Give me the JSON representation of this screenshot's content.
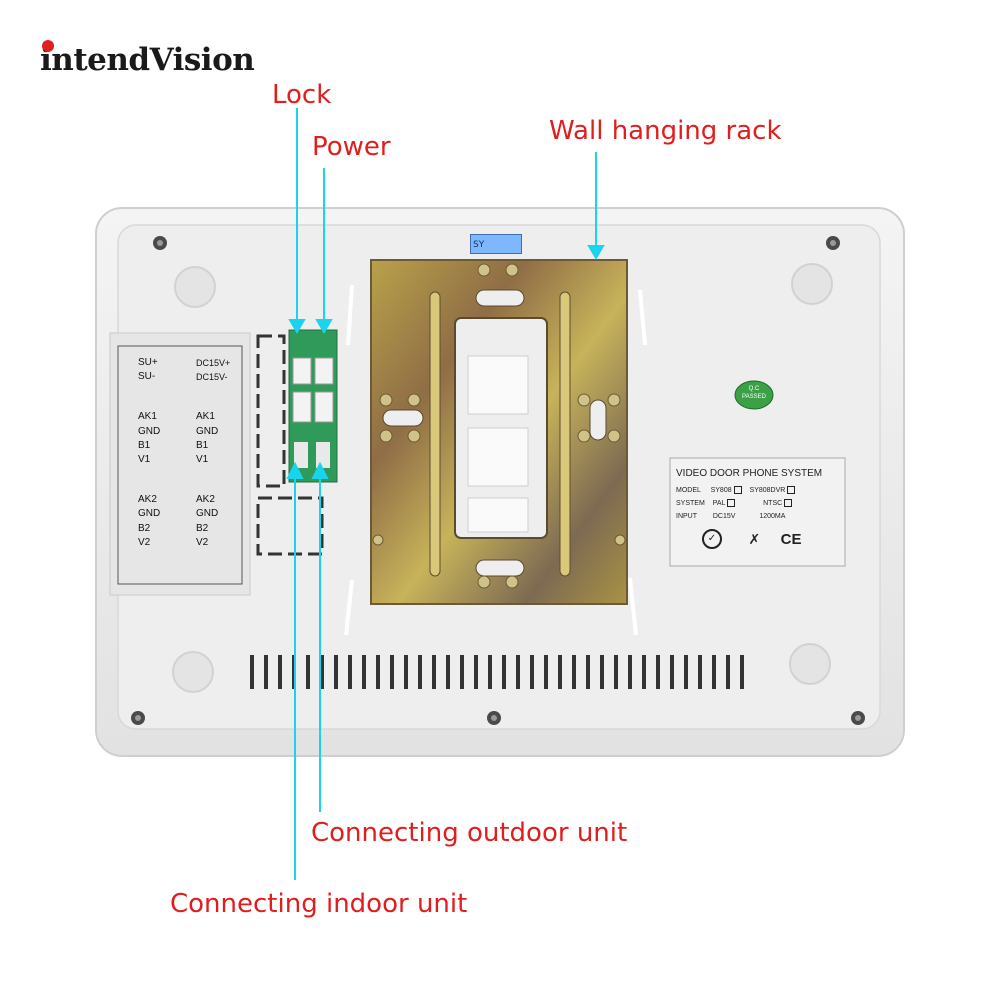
{
  "brand": {
    "logo_text": "intendVision",
    "accent": "#e01e1e"
  },
  "callouts": {
    "lock": "Lock",
    "power": "Power",
    "wall_rack": "Wall hanging rack",
    "outdoor": "Connecting outdoor unit",
    "indoor": "Connecting indoor unit"
  },
  "wiring_label": {
    "left": [
      "SU+",
      "SU-",
      "AK1",
      "GND",
      "B1",
      "V1",
      "AK2",
      "GND",
      "B2",
      "V2"
    ],
    "right": [
      "DC15V+",
      "DC15V-",
      "AK1",
      "GND",
      "B1",
      "V1",
      "AK2",
      "GND",
      "B2",
      "V2"
    ]
  },
  "sticker": {
    "sy_mark": "SY"
  },
  "qc_badge": {
    "line1": "Q.C",
    "line2": "PASSED"
  },
  "spec_plate": {
    "title": "VIDEO DOOR PHONE SYSTEM",
    "model_label": "MODEL",
    "model_opt1": "SY808",
    "model_opt2": "SY808DVR",
    "system_label": "SYSTEM",
    "system_opt1": "PAL",
    "system_opt2": "NTSC",
    "input_label": "INPUT",
    "input_voltage": "DC15V",
    "input_current": "1200MA",
    "cert_ce": "CE"
  },
  "colors": {
    "arrow": "#19d4ec",
    "housing": "#eeeeee"
  }
}
